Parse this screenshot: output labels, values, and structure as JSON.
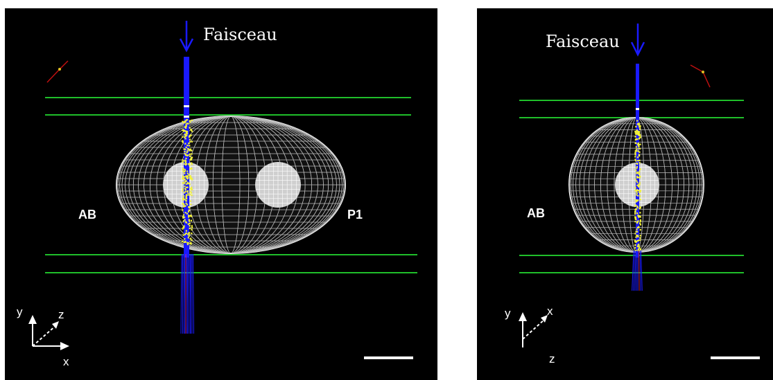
{
  "left_panel": {
    "beam_label": "Faisceau",
    "label_left": "AB",
    "label_right": "P1",
    "axes": {
      "vertical": "y",
      "depth": "z",
      "horizontal": "x"
    }
  },
  "right_panel": {
    "beam_label": "Faisceau",
    "label_left": "AB",
    "axes": {
      "vertical": "y",
      "depth": "x",
      "horizontal": "z"
    }
  },
  "colors": {
    "background": "#000000",
    "guide_lines": "#1fbf2a",
    "beam": "#1a1aff",
    "wireframe": "#d9d9d9",
    "hits": "#f2f23a",
    "axis": "#ffffff"
  }
}
